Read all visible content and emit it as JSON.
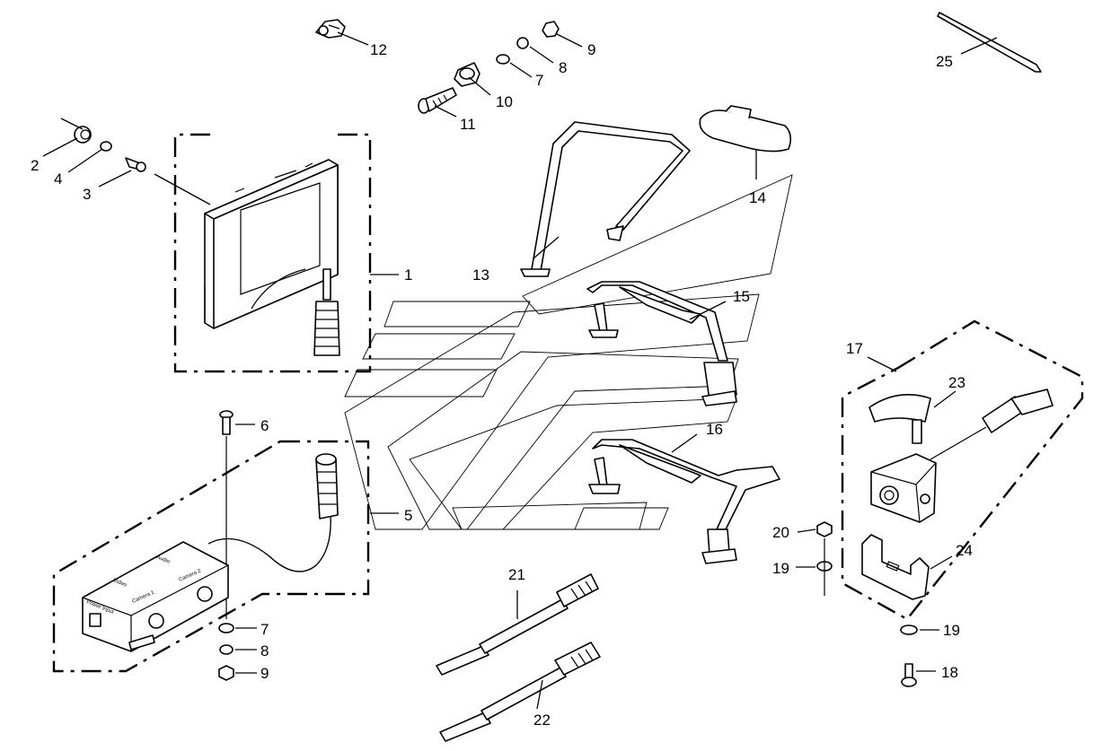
{
  "callouts": [
    {
      "id": "c1",
      "text": "1"
    },
    {
      "id": "c2",
      "text": "2"
    },
    {
      "id": "c3",
      "text": "3"
    },
    {
      "id": "c4",
      "text": "4"
    },
    {
      "id": "c5",
      "text": "5"
    },
    {
      "id": "c6",
      "text": "6"
    },
    {
      "id": "c7a",
      "text": "7"
    },
    {
      "id": "c7b",
      "text": "7"
    },
    {
      "id": "c8a",
      "text": "8"
    },
    {
      "id": "c8b",
      "text": "8"
    },
    {
      "id": "c9a",
      "text": "9"
    },
    {
      "id": "c9b",
      "text": "9"
    },
    {
      "id": "c10",
      "text": "10"
    },
    {
      "id": "c11",
      "text": "11"
    },
    {
      "id": "c12",
      "text": "12"
    },
    {
      "id": "c13",
      "text": "13"
    },
    {
      "id": "c14",
      "text": "14"
    },
    {
      "id": "c15",
      "text": "15"
    },
    {
      "id": "c16",
      "text": "16"
    },
    {
      "id": "c17",
      "text": "17"
    },
    {
      "id": "c18",
      "text": "18"
    },
    {
      "id": "c19a",
      "text": "19"
    },
    {
      "id": "c19b",
      "text": "19"
    },
    {
      "id": "c20",
      "text": "20"
    },
    {
      "id": "c21",
      "text": "21"
    },
    {
      "id": "c22",
      "text": "22"
    },
    {
      "id": "c23",
      "text": "23"
    },
    {
      "id": "c24",
      "text": "24"
    },
    {
      "id": "c25",
      "text": "25"
    }
  ],
  "control_box_labels": {
    "power_input": "Power Input",
    "camera_1": "Camera 1",
    "camera_2": "Camera 2",
    "video": "Video",
    "audio": "Audio"
  }
}
